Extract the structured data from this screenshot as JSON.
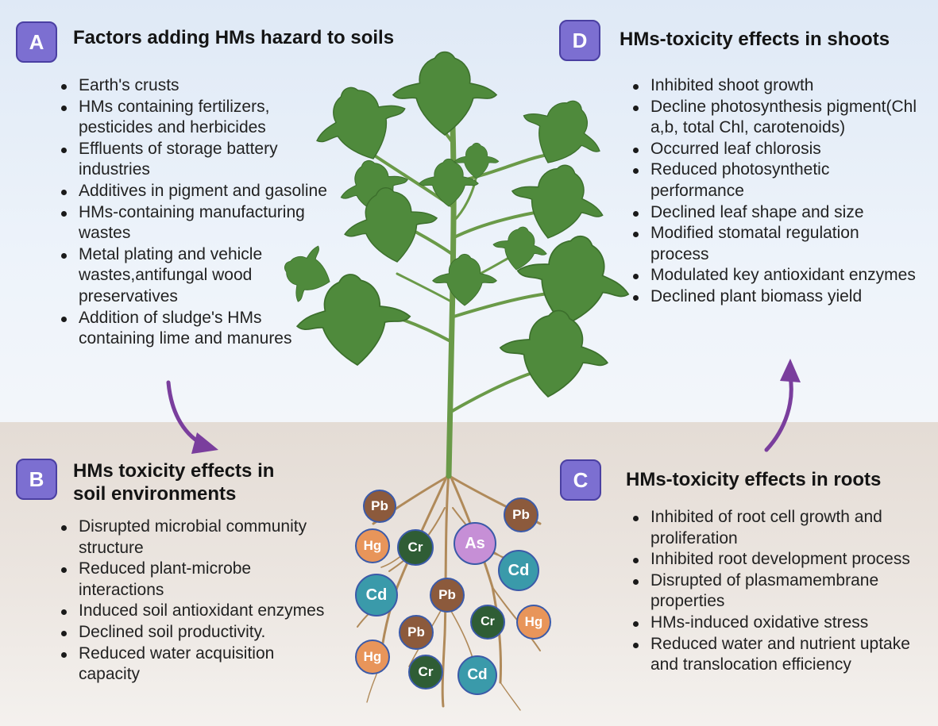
{
  "panels": {
    "A": {
      "letter": "A",
      "title": "Factors adding HMs hazard to soils",
      "items": [
        "Earth's crusts",
        "HMs containing fertilizers, pesticides and herbicides",
        "Effluents of storage battery industries",
        "Additives in pigment and gasoline",
        "HMs-containing manufacturing wastes",
        "Metal plating and vehicle wastes,antifungal wood preservatives",
        "Addition of sludge's HMs containing lime and manures"
      ]
    },
    "B": {
      "letter": "B",
      "title_line1": "HMs toxicity effects in",
      "title_line2": "soil environments",
      "items": [
        "Disrupted microbial community structure",
        "Reduced plant-microbe interactions",
        "Induced soil antioxidant enzymes",
        "Declined soil productivity.",
        "Reduced water acquisition capacity"
      ]
    },
    "C": {
      "letter": "C",
      "title": "HMs-toxicity effects in roots",
      "items": [
        "Inhibited of root cell growth and proliferation",
        "Inhibited root development process",
        "Disrupted of plasmamembrane properties",
        "HMs-induced oxidative stress",
        "Reduced water and nutrient uptake and translocation efficiency"
      ]
    },
    "D": {
      "letter": "D",
      "title": "HMs-toxicity effects in shoots",
      "items": [
        "Inhibited shoot growth",
        "Decline photosynthesis pigment(Chl a,b, total Chl, carotenoids)",
        "Occurred leaf chlorosis",
        "Reduced photosynthetic performance",
        "Declined leaf shape and size",
        "Modified stomatal regulation process",
        "Modulated key antioxidant enzymes",
        "Declined plant biomass yield"
      ]
    }
  },
  "metals": [
    "Pb",
    "Pb",
    "Hg",
    "Cr",
    "As",
    "Cd",
    "Cd",
    "Pb",
    "Cr",
    "Hg",
    "Pb",
    "Hg",
    "Cr",
    "Cd"
  ],
  "colors": {
    "badge": "#7c6fd1",
    "arrow": "#7a3e9d",
    "leaf": "#4f8a3c",
    "stem": "#6a9a48",
    "root": "#b08a5a",
    "Pb": "#8c5a3c",
    "Hg": "#e8955a",
    "Cr": "#2f5d35",
    "As": "#c68fd6",
    "Cd": "#3a9aaa"
  }
}
